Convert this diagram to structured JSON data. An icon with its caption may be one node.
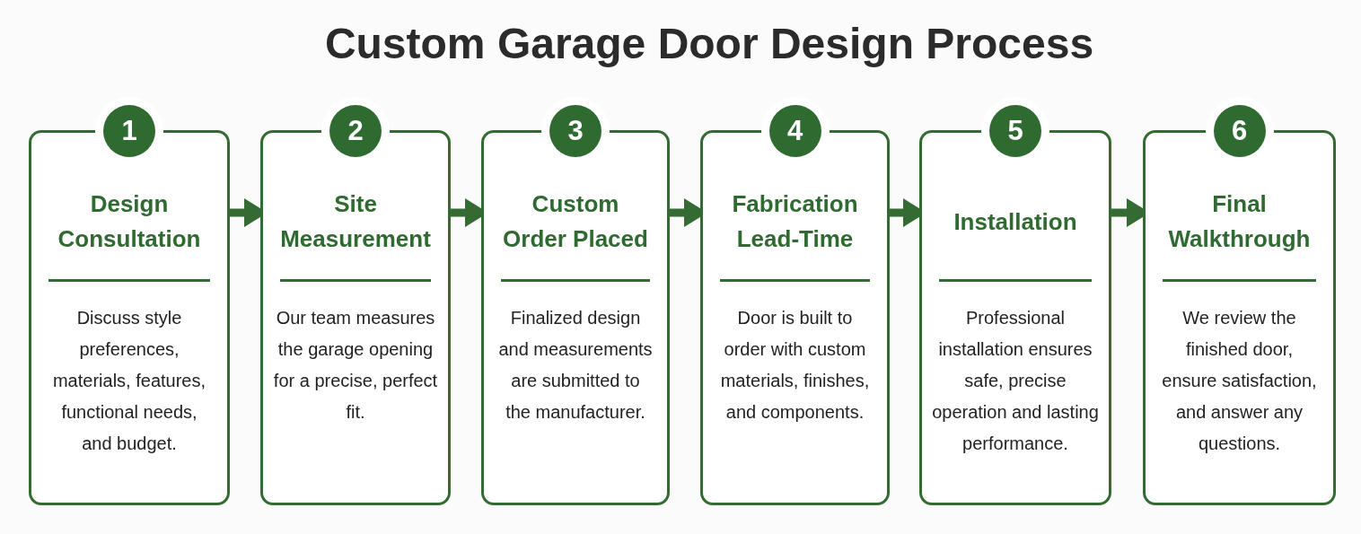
{
  "diagram": {
    "title": "Custom Garage Door Design Process",
    "nodes": [
      {
        "text": [
          "1",
          "Design Consultation",
          "Discuss style preferences, materials, features, functional needs, and budget."
        ]
      },
      {
        "text": [
          "2",
          "Site Measurement",
          "Our team measures the garage opening for a precise, perfect fit."
        ]
      },
      {
        "text": [
          "3",
          "Custom Order Placed",
          "Finalized design and measurements are submitted to the manufacturer."
        ]
      },
      {
        "text": [
          "4",
          "Fabrication Lead-Time",
          "Door is built to order with custom materials, finishes, and components."
        ]
      },
      {
        "text": [
          "5",
          "Installation",
          "Professional installation ensures safe, precise operation and lasting performance."
        ]
      },
      {
        "text": [
          "6",
          "Final Walkthrough",
          "We review the finished door, ensure satisfaction, and answer any questions."
        ]
      }
    ],
    "edges": [
      {
        "from": 0,
        "to": 1,
        "arrow": "to"
      },
      {
        "from": 1,
        "to": 2,
        "arrow": "to"
      },
      {
        "from": 2,
        "to": 3,
        "arrow": "to"
      },
      {
        "from": 3,
        "to": 4,
        "arrow": "to"
      },
      {
        "from": 4,
        "to": 5,
        "arrow": "to"
      }
    ]
  }
}
